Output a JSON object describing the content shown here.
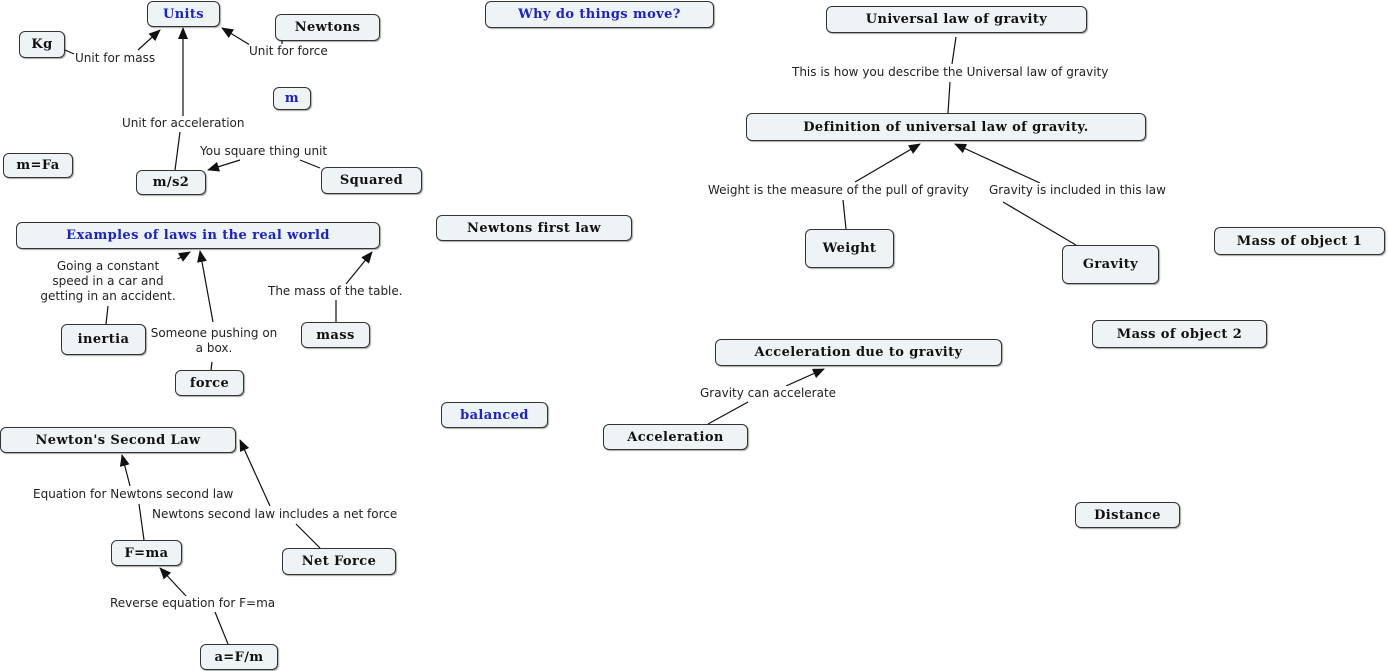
{
  "colors": {
    "node_fill": "#eef3f5",
    "node_border": "#333333",
    "blue_text": "#1a22c8",
    "link": "#111111"
  },
  "nodes": {
    "units": "Units",
    "newtons": "Newtons",
    "kg": "Kg",
    "m": "m",
    "m_fa": "m=Fa",
    "m_s2": "m/s2",
    "squared": "Squared",
    "why_move": "Why do things move?",
    "universal_law": "Universal law of gravity",
    "definition_law": "Definition of  universal law of gravity.",
    "weight": "Weight",
    "gravity": "Gravity",
    "mass_obj1": "Mass of object 1",
    "mass_obj2": "Mass of object 2",
    "examples": "Examples of laws in the real world",
    "first_law": "Newtons first law",
    "inertia": "inertia",
    "force": "force",
    "mass": "mass",
    "balanced": "balanced",
    "accel_gravity": "Acceleration due to gravity",
    "acceleration": "Acceleration",
    "second_law": "Newton's Second Law",
    "f_ma": "F=ma",
    "net_force": "Net Force",
    "a_fm": "a=F/m",
    "distance": "Distance"
  },
  "links": {
    "unit_mass": "Unit for mass",
    "unit_force": "Unit for force",
    "unit_accel": "Unit for acceleration",
    "square_unit": "You square thing unit",
    "describe_law": "This is how you describe the Universal law of gravity",
    "weight_measure": "Weight is the measure of the pull of gravity",
    "gravity_included": "Gravity is included in this law",
    "constant_speed": "Going a constant speed in a car and getting in an accident.",
    "pushing_box": "Someone pushing on a box.",
    "mass_table": "The mass of the table.",
    "gravity_accel": "Gravity can accelerate",
    "equation_second": "Equation for Newtons second law",
    "includes_net": "Newtons second law includes a net force",
    "reverse_eq": "Reverse equation for F=ma"
  }
}
